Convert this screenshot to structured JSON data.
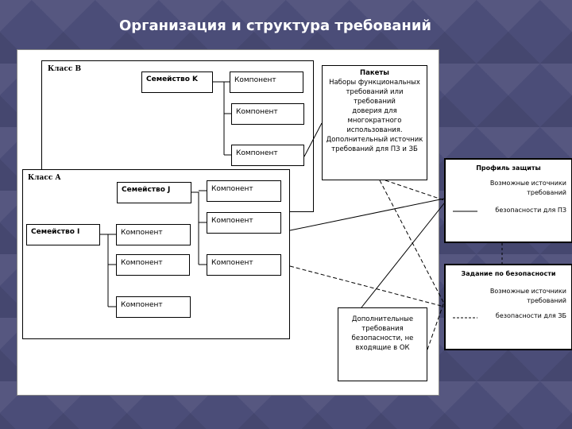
{
  "title": "Организация и структура требований",
  "class_b": {
    "label": "Класс B"
  },
  "class_a": {
    "label": "Класс A"
  },
  "family_k": {
    "label": "Семейство K",
    "components": [
      "Компонент",
      "Компонент",
      "Компонент"
    ]
  },
  "family_j": {
    "label": "Семейство J",
    "components": [
      "Компонент",
      "Компонент",
      "Компонент"
    ]
  },
  "family_i": {
    "label": "Семейство I",
    "components": [
      "Компонент",
      "Компонент",
      "Компонент"
    ]
  },
  "packages": {
    "title": "Пакеты",
    "lines": [
      "Наборы функциональных",
      "требований или требований",
      "доверия для многократного",
      "использования.",
      "Дополнительный источник",
      "требований для ПЗ и ЗБ"
    ]
  },
  "extra": {
    "lines": [
      "Дополнительные",
      "требования",
      "безопасности, не",
      "входящие в ОК"
    ]
  },
  "protection_profile": {
    "title": "Профиль защиты",
    "lines": [
      "Возможные источники",
      "требований",
      "безопасности для ПЗ"
    ]
  },
  "security_target": {
    "title": "Задание по безопасности",
    "lines": [
      "Возможные источники",
      "требований",
      "безопасности для ЗБ"
    ]
  }
}
